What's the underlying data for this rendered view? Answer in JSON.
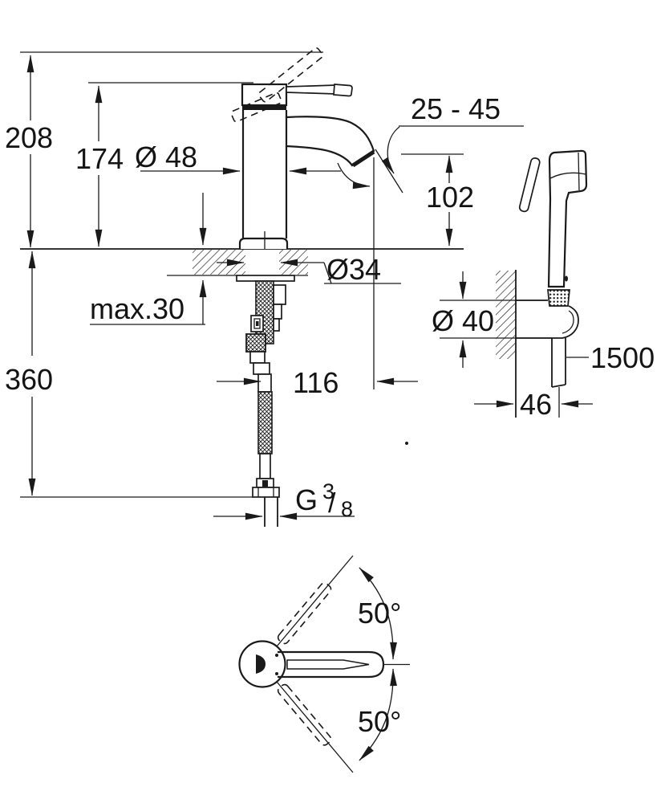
{
  "colors": {
    "ink": "#1a1a1a",
    "paper": "#ffffff"
  },
  "front_view": {
    "overall_height": "208",
    "height_to_body_top": "174",
    "body_diameter": "Ø 48",
    "spout_angle_range": "25 - 45",
    "spout_outlet_height": "102",
    "deck_hole_diameter": "Ø34",
    "max_deck_thickness": "max.30",
    "supply_depth": "360",
    "spout_reach": "116",
    "thread": {
      "prefix": "G",
      "numerator": "3",
      "slash": "/",
      "denominator": "8"
    }
  },
  "wall_unit": {
    "holder_diameter": "Ø 40",
    "hose_length": "1500",
    "wall_offset": "46"
  },
  "top_view": {
    "swivel_angle_up": "50°",
    "swivel_angle_down": "50°"
  }
}
